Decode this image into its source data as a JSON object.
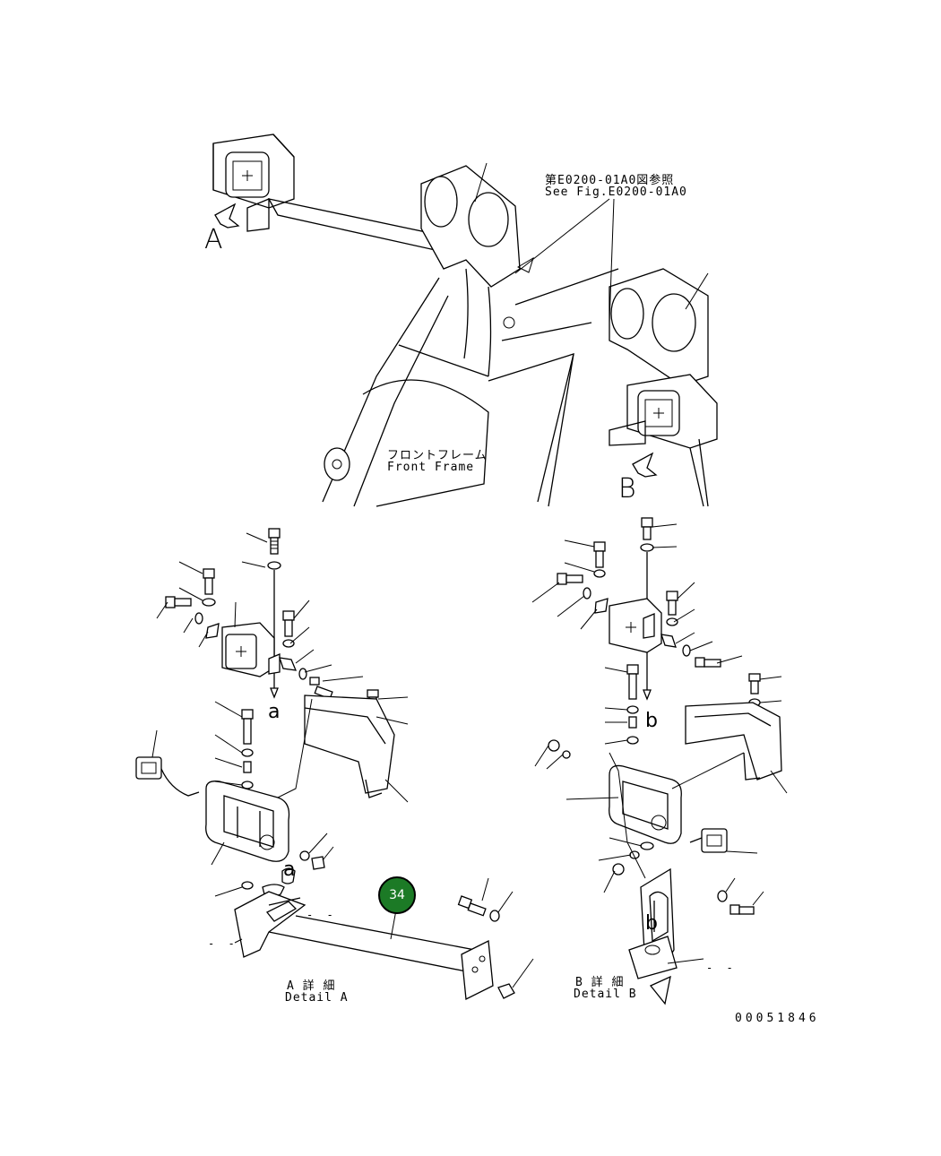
{
  "overview": {
    "ref_note_jp": "第E0200-01A0図参照",
    "ref_note_en": "See Fig.E0200-01A0",
    "frame_label_jp": "フロントフレーム",
    "frame_label_en": "Front Frame",
    "view_a": "A",
    "view_b": "B"
  },
  "detail_a": {
    "title_jp": "A 詳 細",
    "title_en": "Detail A",
    "mark_a1": "a",
    "mark_a2": "a"
  },
  "detail_b": {
    "title_jp": "B 詳 細",
    "title_en": "Detail B",
    "mark_b1": "b",
    "mark_b2": "b"
  },
  "callout": {
    "number": "34",
    "color": "#1c7a26"
  },
  "footer": {
    "drawing_number": "00051846"
  },
  "placeholders": {
    "dash": "- -"
  }
}
